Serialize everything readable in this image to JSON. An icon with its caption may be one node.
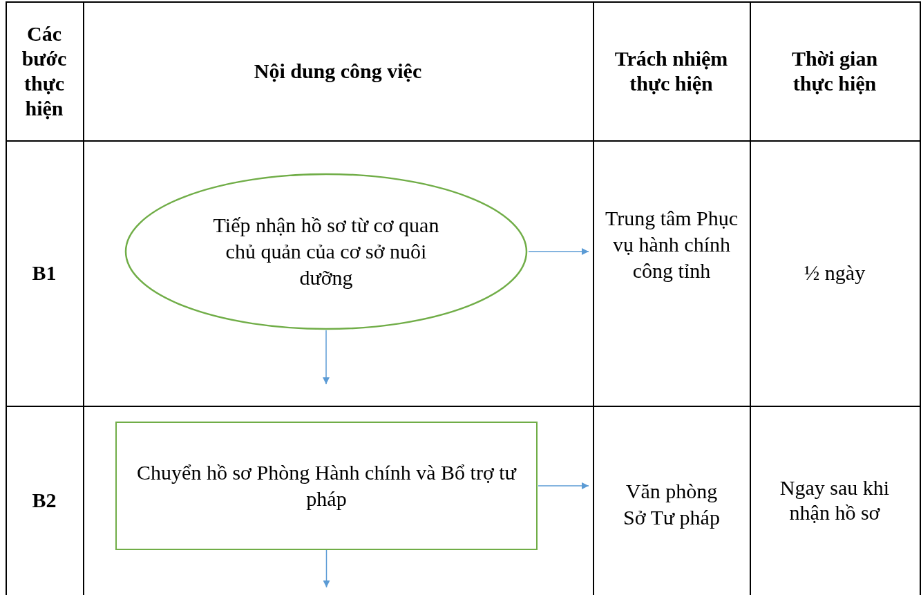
{
  "diagram": {
    "nodes": [
      {
        "text": [
          "Tiếp nhận hồ sơ từ cơ quan chủ quản của cơ sở nuôi dưỡng"
        ]
      },
      {
        "text": [
          "Trung tâm Phục vụ hành chính công tỉnh"
        ]
      },
      {
        "text": [
          "Chuyển hồ sơ Phòng Hành chính và Bổ trợ tư pháp"
        ]
      },
      {
        "text": [
          "Văn phòng Sở Tư pháp"
        ]
      }
    ],
    "edges": [
      {
        "from": 0,
        "to": 1,
        "arrow": "to"
      },
      {
        "from": 0,
        "to": null,
        "arrow": "to"
      },
      {
        "from": 2,
        "to": 3,
        "arrow": "to"
      },
      {
        "from": 2,
        "to": null,
        "arrow": "to"
      }
    ],
    "labels": [
      "Các bước thực hiện",
      "Nội dung công việc",
      "Trách nhiệm thực hiện",
      "Thời gian thực hiện",
      "B1",
      "½ ngày",
      "B2",
      "Ngay sau khi nhận hồ sơ"
    ]
  }
}
